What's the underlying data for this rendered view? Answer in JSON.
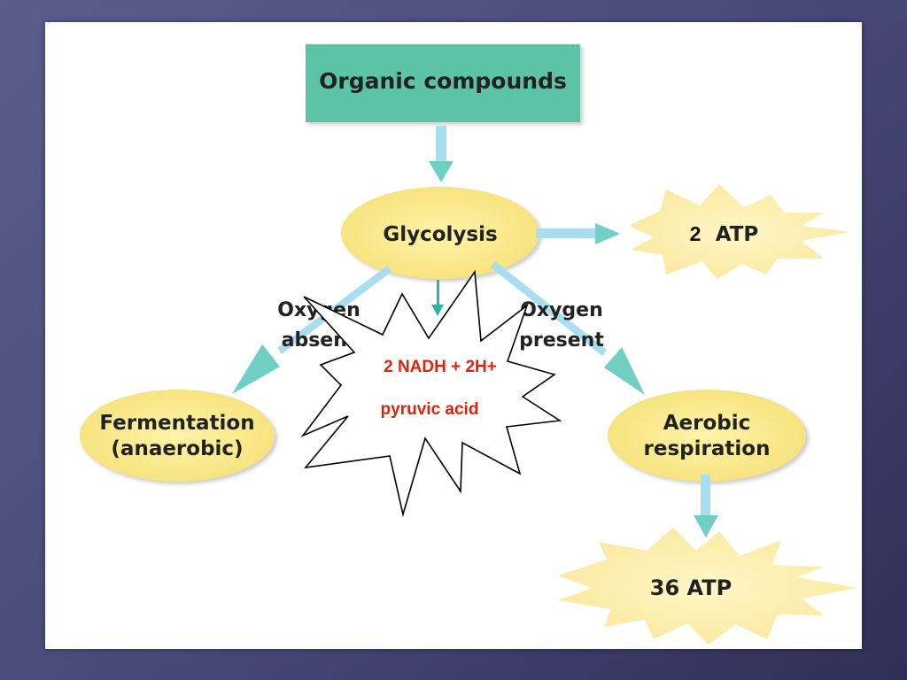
{
  "diagram": {
    "organic": "Organic compounds",
    "glycolysis": "Glycolysis",
    "atp_small_number": "2",
    "atp_small_unit": "ATP",
    "oxygen_absent_line1": "Oxygen",
    "oxygen_absent_line2": "absent",
    "oxygen_present_line1": "Oxygen",
    "oxygen_present_line2": "present",
    "fermentation_line1": "Fermentation",
    "fermentation_line2": "(anaerobic)",
    "aerobic_line1": "Aerobic",
    "aerobic_line2": "respiration",
    "atp_large": "36 ATP",
    "burst_line1": "2 NADH + 2H+",
    "burst_line2": "pyruvic acid"
  },
  "colors": {
    "box_teal": "#5cc3a6",
    "ellipse_yellow": "#fbe98a",
    "starburst_yellow": "#fdf1b2",
    "arrow_teal": "#6fcfc3",
    "arrow_light_blue": "#a8def0",
    "burst_text": "#e0230e"
  }
}
